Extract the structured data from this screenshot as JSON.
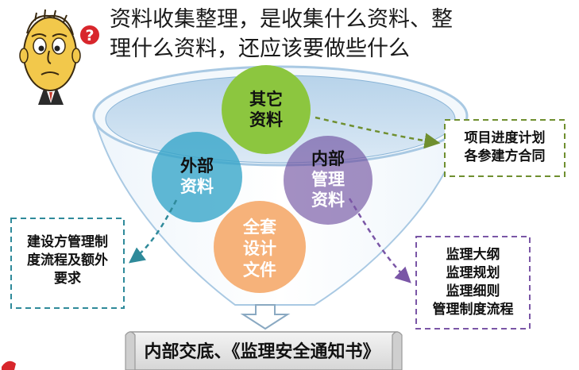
{
  "headline": {
    "line1": "资料收集整理，是收集什么资料、整",
    "line2": "理什么资料，还应该要做些什么"
  },
  "circles": {
    "other": {
      "line1": "其它",
      "line2": "资料"
    },
    "external": {
      "line1": "外部",
      "line2": "资料"
    },
    "internal": {
      "line1": "内部",
      "line2": "管理",
      "line3": "资料"
    },
    "design": {
      "line1": "全套",
      "line2": "设计",
      "line3": "文件"
    }
  },
  "callouts": {
    "schedule": {
      "line1": "项目进度计划",
      "line2": "各参建方合同"
    },
    "owner": {
      "line1": "建设方管理制",
      "line2": "度流程及额外",
      "line3": "要求"
    },
    "supervision": {
      "line1": "监理大纲",
      "line2": "监理规划",
      "line3": "监理细则",
      "line4": "管理制度流程"
    }
  },
  "output_banner": "内部交底、《监理安全通知书》",
  "colors": {
    "other": "#8cc63f",
    "external": "#33a4c8",
    "internal": "#6a4a9c",
    "design": "#f6b27a",
    "funnel_edge": "#a9c9e3",
    "green_dash": "#6f8f2f",
    "teal_dash": "#2f8a9a",
    "purple_dash": "#7a56a6"
  }
}
